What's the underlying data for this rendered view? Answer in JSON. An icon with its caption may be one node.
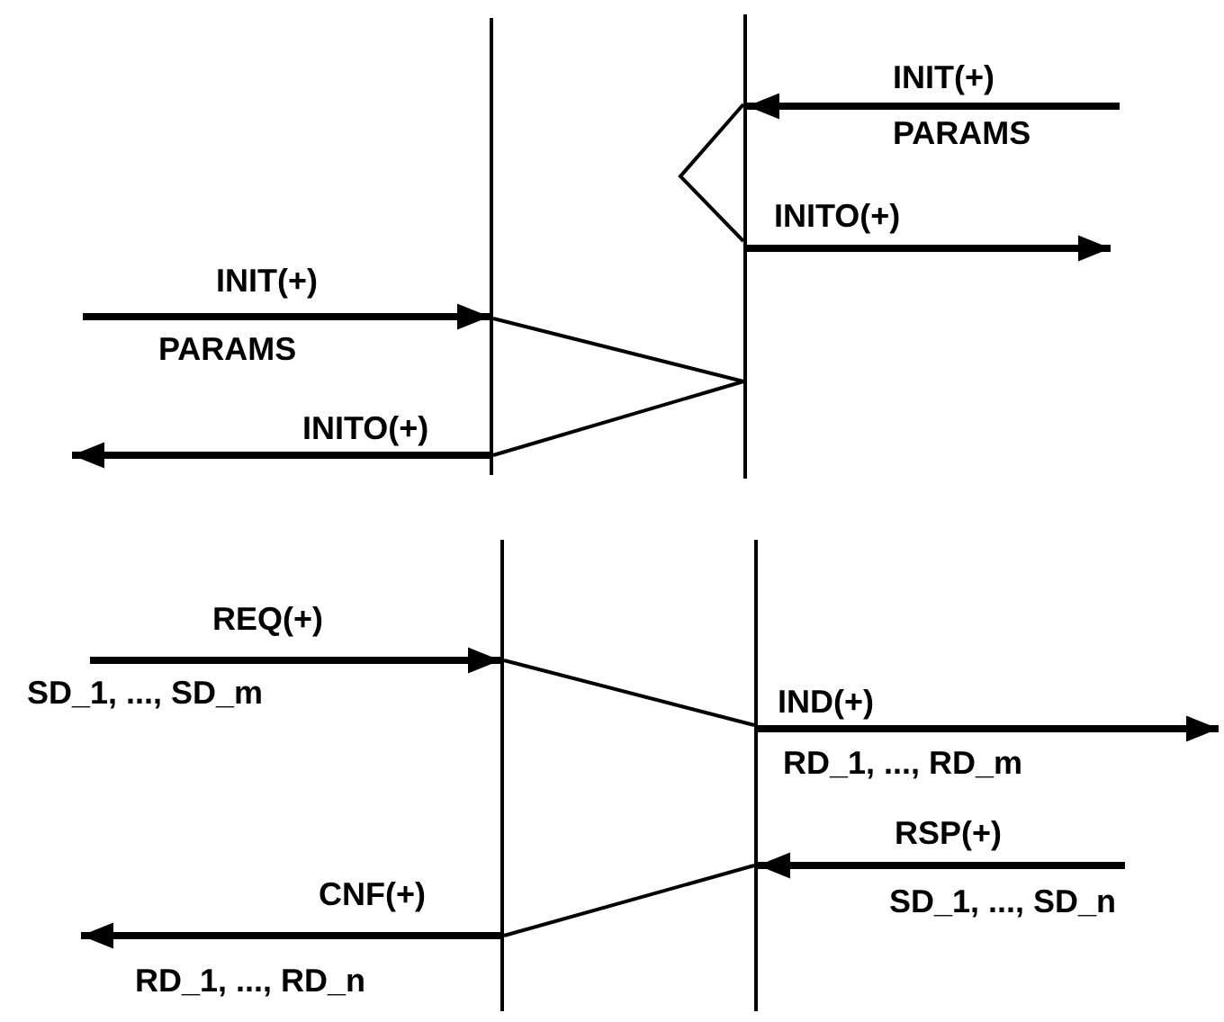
{
  "diagram": {
    "nodes": [
      {
        "text": [],
        "shape": "bar"
      },
      {
        "text": [],
        "shape": "bar"
      },
      {
        "text": [],
        "shape": "bar"
      },
      {
        "text": [],
        "shape": "bar"
      }
    ],
    "edges": [
      {
        "from": null,
        "to": 1,
        "arrow": "to",
        "label": "INIT(+)"
      },
      {
        "from": 1,
        "to": null,
        "arrow": "to",
        "label": "INITO(+)"
      },
      {
        "from": 1,
        "to": 1,
        "arrow": "none"
      },
      {
        "from": null,
        "to": 0,
        "arrow": "to",
        "label": "INIT(+)"
      },
      {
        "from": 0,
        "to": 1,
        "arrow": "none"
      },
      {
        "from": 1,
        "to": 0,
        "arrow": "none"
      },
      {
        "from": 0,
        "to": null,
        "arrow": "to",
        "label": "INITO(+)"
      },
      {
        "from": null,
        "to": 2,
        "arrow": "to",
        "label": "REQ(+)"
      },
      {
        "from": 2,
        "to": 3,
        "arrow": "none"
      },
      {
        "from": 3,
        "to": null,
        "arrow": "to",
        "label": "IND(+)"
      },
      {
        "from": null,
        "to": 3,
        "arrow": "to",
        "label": "RSP(+)"
      },
      {
        "from": 3,
        "to": 2,
        "arrow": "none"
      },
      {
        "from": 2,
        "to": null,
        "arrow": "to",
        "label": "CNF(+)"
      }
    ],
    "labels": [
      "PARAMS",
      "PARAMS",
      "SD_1, ..., SD_m",
      "RD_1, ..., RD_m",
      "SD_1, ..., SD_n",
      "RD_1, ..., RD_n"
    ]
  }
}
